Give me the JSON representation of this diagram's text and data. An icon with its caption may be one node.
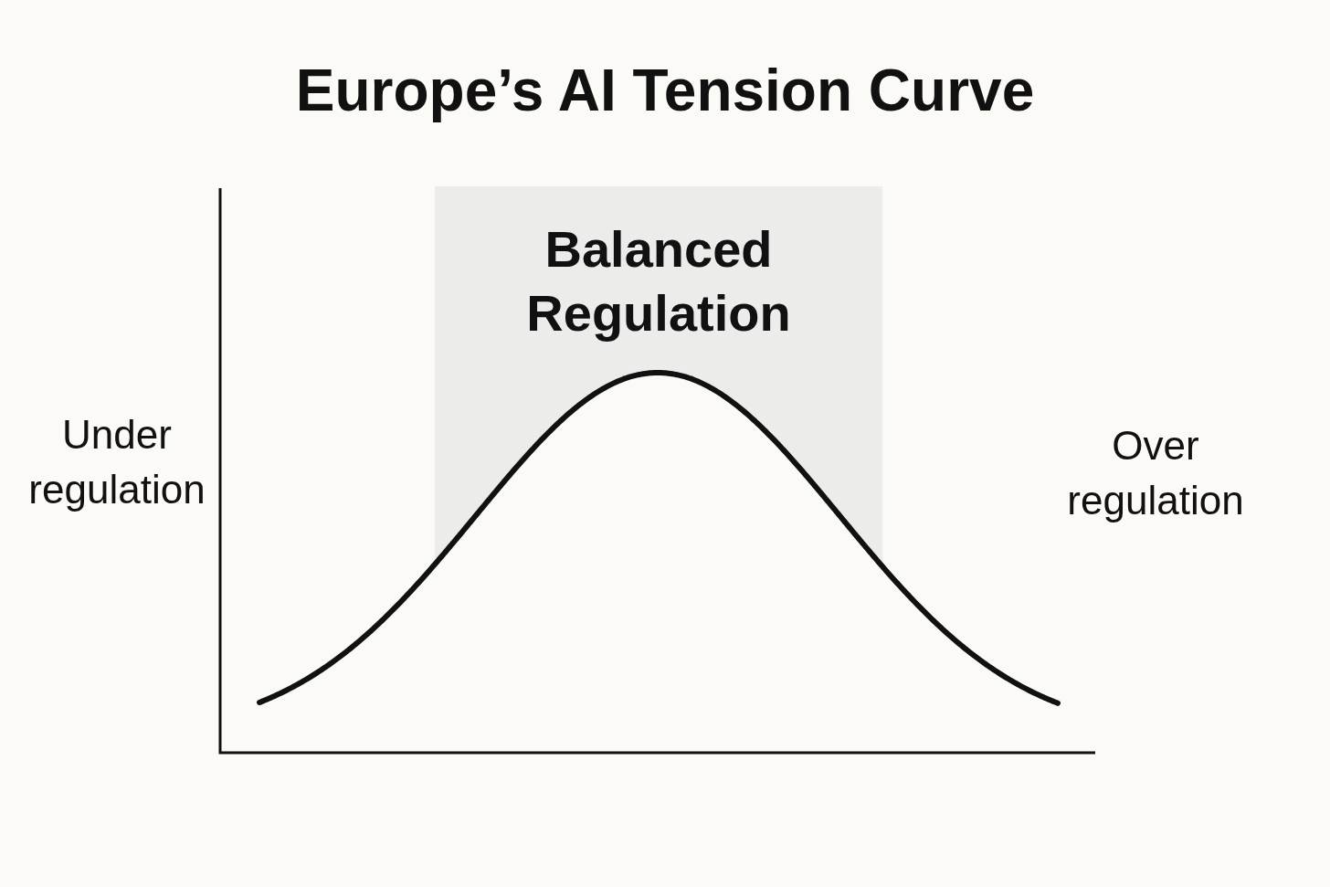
{
  "diagram": {
    "title": "Europe’s AI Tension Curve",
    "nodes": [
      {
        "text": [
          "Balanced Regulation"
        ]
      }
    ],
    "labels": [
      "Under regulation",
      "Over regulation"
    ]
  }
}
